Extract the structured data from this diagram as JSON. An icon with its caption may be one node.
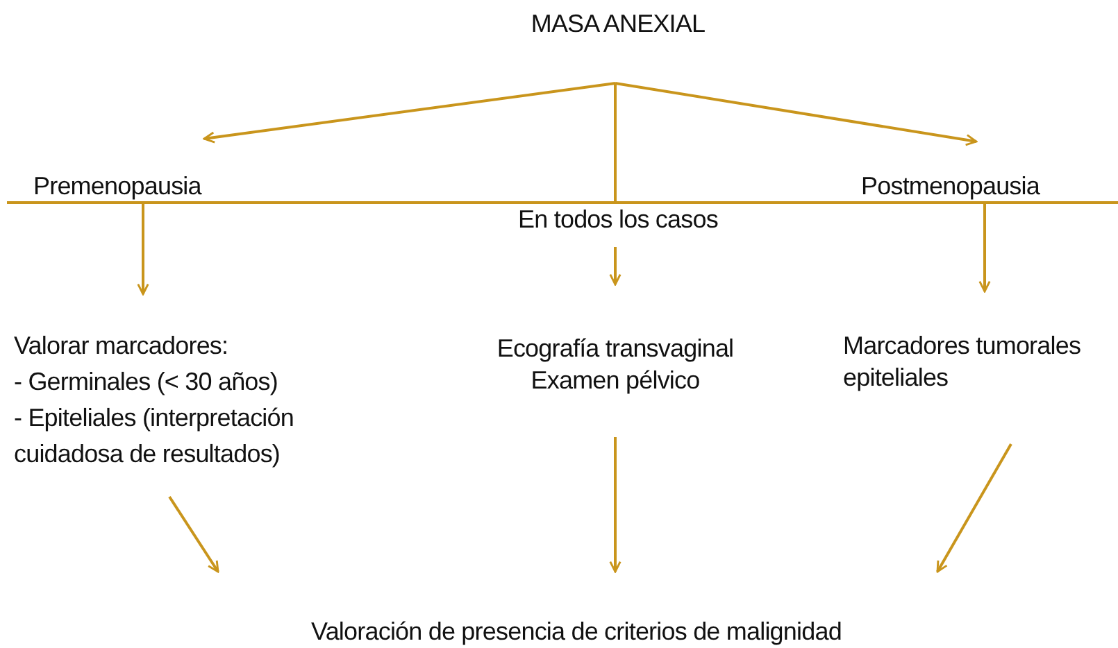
{
  "diagram": {
    "nodes": [
      {
        "text": [
          "MASA ANEXIAL"
        ]
      },
      {
        "text": [
          "Premenopausia"
        ]
      },
      {
        "text": [
          "Postmenopausia"
        ]
      },
      {
        "text": [
          "En todos los casos"
        ]
      },
      {
        "text": [
          "Valorar marcadores:",
          "- Germinales (< 30 años)",
          "- Epiteliales (interpretación cuidadosa de resultados)"
        ]
      },
      {
        "text": [
          "Ecografía transvaginal",
          "Examen pélvico"
        ]
      },
      {
        "text": [
          "Marcadores tumorales epiteliales"
        ]
      },
      {
        "text": [
          "Valoración de presencia de criterios de malignidad"
        ]
      }
    ],
    "edges": [
      {
        "from": 0,
        "to": 1,
        "arrow": "to"
      },
      {
        "from": 0,
        "to": 2,
        "arrow": "to"
      },
      {
        "from": 0,
        "to": 3,
        "arrow": "none"
      },
      {
        "from": 1,
        "to": 4,
        "arrow": "to"
      },
      {
        "from": 3,
        "to": 5,
        "arrow": "to"
      },
      {
        "from": 2,
        "to": 6,
        "arrow": "to"
      },
      {
        "from": 4,
        "to": 7,
        "arrow": "to"
      },
      {
        "from": 5,
        "to": 7,
        "arrow": "to"
      },
      {
        "from": 6,
        "to": 7,
        "arrow": "to"
      }
    ]
  }
}
